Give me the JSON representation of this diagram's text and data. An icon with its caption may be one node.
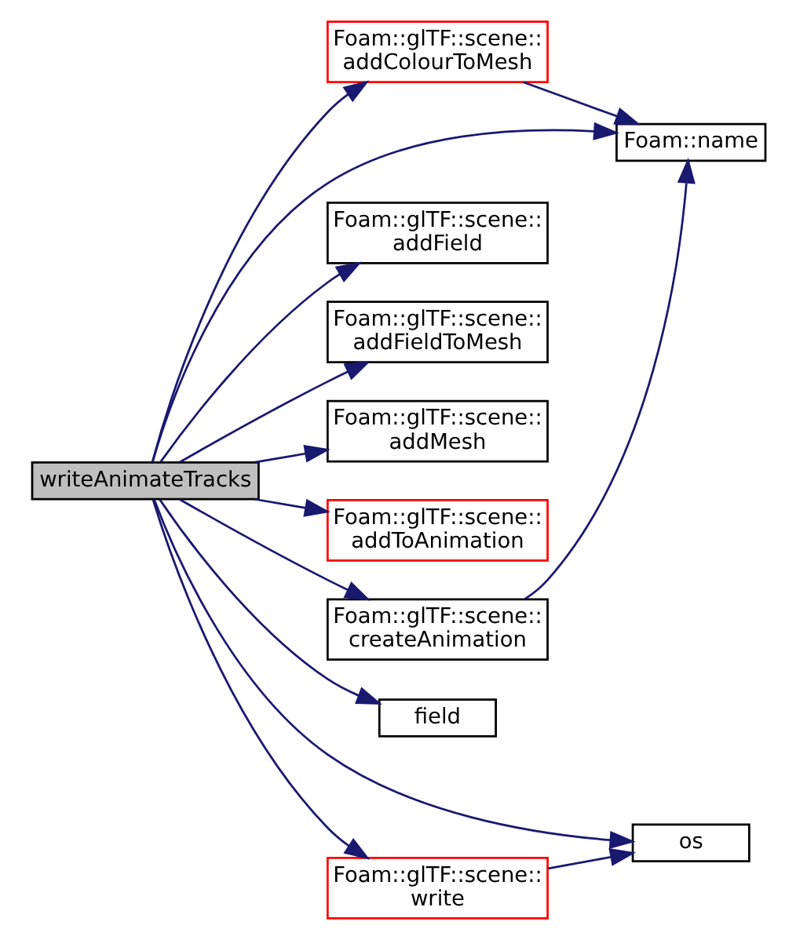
{
  "diagram": {
    "nodes": [
      {
        "text": [
          "writeAnimateTracks"
        ]
      },
      {
        "text": [
          "Foam::glTF::scene:: addColourToMesh"
        ]
      },
      {
        "text": [
          "Foam::name"
        ]
      },
      {
        "text": [
          "Foam::glTF::scene:: addField"
        ]
      },
      {
        "text": [
          "Foam::glTF::scene:: addFieldToMesh"
        ]
      },
      {
        "text": [
          "Foam::glTF::scene:: addMesh"
        ]
      },
      {
        "text": [
          "Foam::glTF::scene:: addToAnimation"
        ]
      },
      {
        "text": [
          "Foam::glTF::scene:: createAnimation"
        ]
      },
      {
        "text": [
          "field"
        ]
      },
      {
        "text": [
          "os"
        ]
      },
      {
        "text": [
          "Foam::glTF::scene:: write"
        ]
      }
    ],
    "edges": [
      {
        "from": 0,
        "to": 1,
        "arrow": "to"
      },
      {
        "from": 1,
        "to": 2,
        "arrow": "to"
      },
      {
        "from": 0,
        "to": 2,
        "arrow": "to"
      },
      {
        "from": 0,
        "to": 3,
        "arrow": "to"
      },
      {
        "from": 0,
        "to": 4,
        "arrow": "to"
      },
      {
        "from": 0,
        "to": 5,
        "arrow": "to"
      },
      {
        "from": 0,
        "to": 6,
        "arrow": "to"
      },
      {
        "from": 0,
        "to": 7,
        "arrow": "to"
      },
      {
        "from": 7,
        "to": 2,
        "arrow": "to"
      },
      {
        "from": 0,
        "to": 8,
        "arrow": "to"
      },
      {
        "from": 0,
        "to": 9,
        "arrow": "to"
      },
      {
        "from": 0,
        "to": 10,
        "arrow": "to"
      },
      {
        "from": 10,
        "to": 9,
        "arrow": "to"
      }
    ]
  }
}
